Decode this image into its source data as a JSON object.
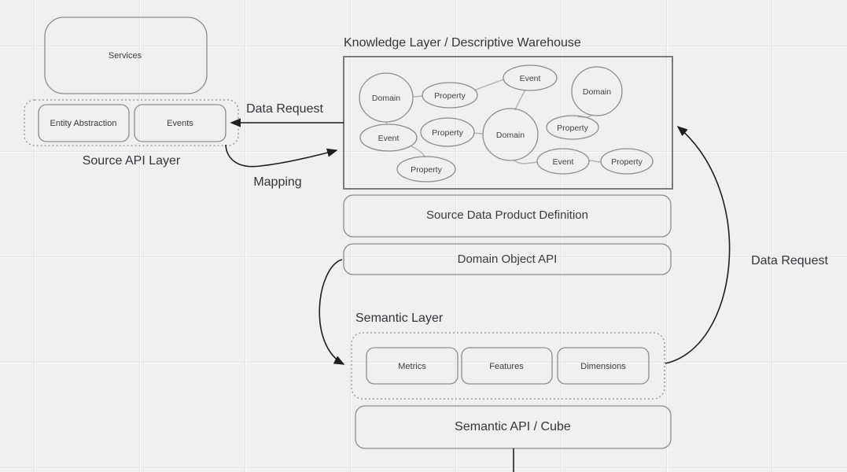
{
  "diagram": {
    "colors": {
      "background": "#f0f0f0",
      "grid_line": "#e4e4e4",
      "shape_stroke": "#8c8c8c",
      "knowledge_box_stroke": "#7a7a7a",
      "connector": "#b3b3b3",
      "arrow": "#1e1e1e",
      "text": "#3b3b3d"
    },
    "labels": {
      "services": "Services",
      "entity_abstraction": "Entity Abstraction",
      "events": "Events",
      "source_api_layer": "Source API Layer",
      "data_request_left": "Data Request",
      "mapping": "Mapping",
      "knowledge_title": "Knowledge Layer / Descriptive Warehouse",
      "source_data_product": "Source Data Product Definition",
      "domain_object_api": "Domain Object API",
      "semantic_layer": "Semantic Layer",
      "metrics": "Metrics",
      "features": "Features",
      "dimensions": "Dimensions",
      "semantic_api_cube": "Semantic API / Cube",
      "data_request_right": "Data Request"
    },
    "knowledge_nodes": [
      {
        "label": "Domain"
      },
      {
        "label": "Property"
      },
      {
        "label": "Event"
      },
      {
        "label": "Property"
      },
      {
        "label": "Property"
      },
      {
        "label": "Domain"
      },
      {
        "label": "Event"
      },
      {
        "label": "Domain"
      },
      {
        "label": "Property"
      },
      {
        "label": "Event"
      },
      {
        "label": "Property"
      }
    ]
  }
}
